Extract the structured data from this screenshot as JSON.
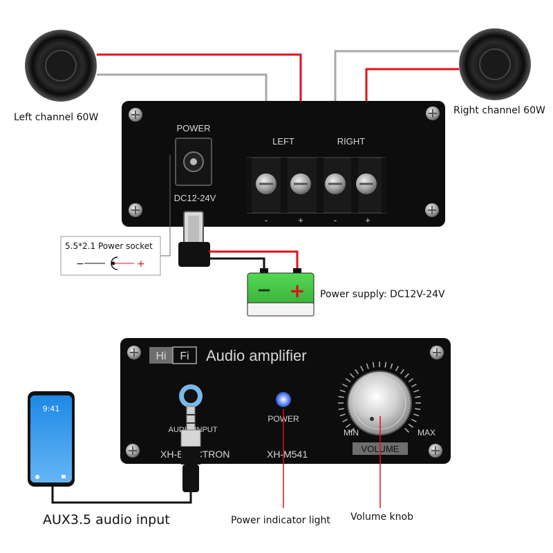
{
  "labels": {
    "left_channel": "Left channel 60W",
    "right_channel": "Right channel 60W",
    "power_socket": "5.5*2.1 Power socket",
    "power_supply": "Power supply: DC12V-24V",
    "aux_input": "AUX3.5 audio input",
    "power_indicator": "Power indicator light",
    "volume_knob": "Volume knob"
  },
  "top_panel": {
    "power": "POWER",
    "dc_range": "DC12-24V",
    "left": "LEFT",
    "right": "RIGHT",
    "terminal_signs": [
      "-",
      "+",
      "-",
      "+"
    ]
  },
  "battery": {
    "minus": "−",
    "plus": "+"
  },
  "socket_symbol": {
    "minus": "−",
    "plus": "+"
  },
  "front_panel": {
    "hifi_a": "Hi",
    "hifi_b": "Fi",
    "title": "Audio amplifier",
    "audio_input": "AUDIO INPUT",
    "power": "POWER",
    "brand": "XH-ELECTRON",
    "model": "XH-M541",
    "min": "MIN",
    "max": "MAX",
    "volume": "VOLUME"
  },
  "phone": {
    "time": "9:41"
  },
  "colors": {
    "panel": "#0d0d0d",
    "wire_red": "#e0101a",
    "wire_gray": "#a8a8a8",
    "battery_green": "#3ec53e",
    "led_blue": "#3a6cff"
  }
}
